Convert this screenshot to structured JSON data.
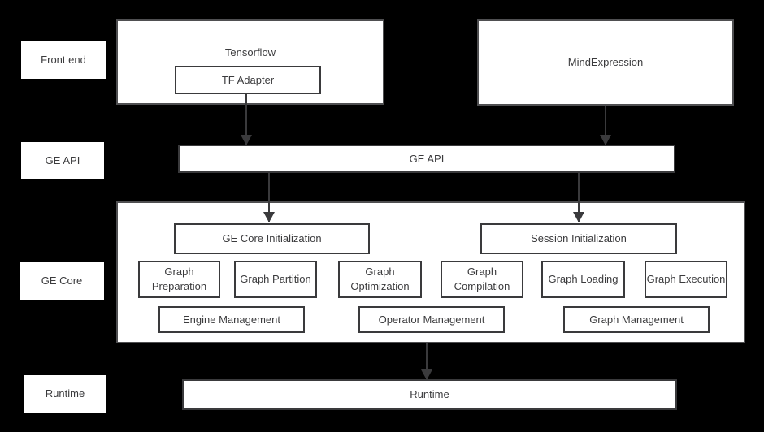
{
  "colors": {
    "background": "#000000",
    "box_fill": "#ffffff",
    "outer_border": "#4f4f51",
    "inner_border": "#3a3a3c",
    "text": "#3b3b3d",
    "arrow": "#3a3a3c"
  },
  "row_labels": {
    "front_end": "Front end",
    "ge_api": "GE API",
    "ge_core": "GE Core",
    "runtime": "Runtime"
  },
  "frontend": {
    "tensorflow_label": "Tensorflow",
    "tf_adapter_label": "TF Adapter",
    "mindexpression_label": "MindExpression"
  },
  "api": {
    "label": "GE API"
  },
  "core": {
    "ge_core_init": "GE Core Initialization",
    "session_init": "Session Initialization",
    "modules": [
      "Graph Preparation",
      "Graph Partition",
      "Graph Optimization",
      "Graph Compilation",
      "Graph Loading",
      "Graph Execution"
    ],
    "management": [
      "Engine Management",
      "Operator Management",
      "Graph Management"
    ]
  },
  "runtime": {
    "label": "Runtime"
  }
}
